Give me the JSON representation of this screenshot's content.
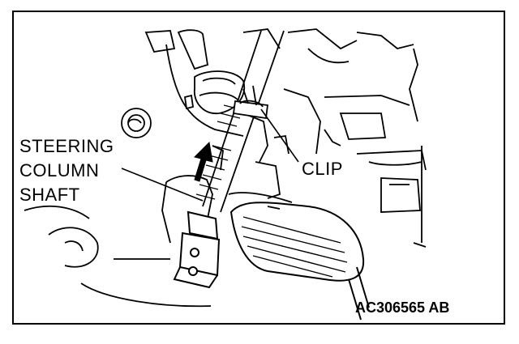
{
  "labels": {
    "steering_column_shaft_line1": "STEERING",
    "steering_column_shaft_line2": "COLUMN",
    "steering_column_shaft_line3": "SHAFT",
    "clip": "CLIP"
  },
  "figure_id": "AC306565 AB",
  "colors": {
    "line": "#000000",
    "background": "#ffffff"
  }
}
